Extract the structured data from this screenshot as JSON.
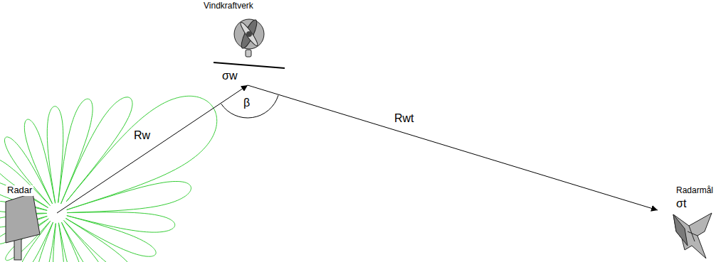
{
  "diagram": {
    "nodes": [
      {
        "text": [
          "Radar"
        ]
      },
      {
        "text": [
          "Vindkraftverk",
          "σw"
        ]
      },
      {
        "text": [
          "Radarmål",
          "σt"
        ]
      }
    ],
    "edges": [
      {
        "from": 0,
        "to": 1,
        "label": "Rw",
        "arrow": "to"
      },
      {
        "from": 1,
        "to": 2,
        "label": "Rwt",
        "arrow": "to"
      }
    ],
    "labels": [
      "β"
    ]
  }
}
